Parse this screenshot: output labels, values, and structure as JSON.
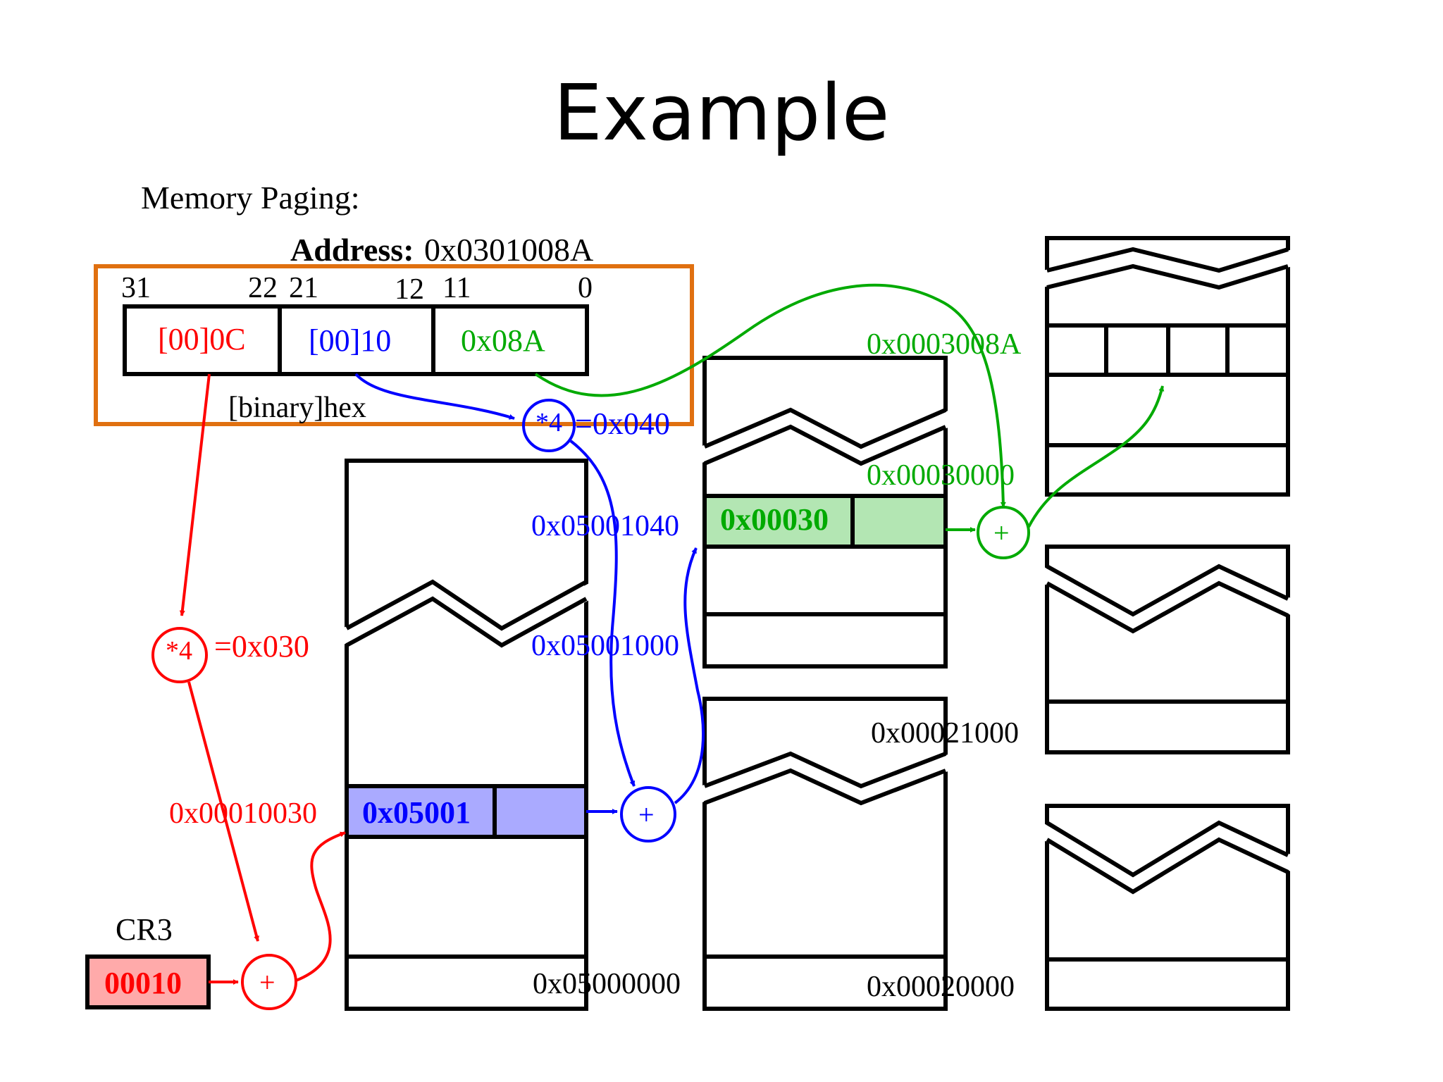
{
  "title": "Example",
  "diagram": {
    "heading": "Memory Paging:",
    "address_label": "Address:",
    "address_value": "0x0301008A",
    "bit_labels": [
      "31",
      "22",
      "21",
      "12",
      "11",
      "0"
    ],
    "fields": [
      "[00]0C",
      "[00]10",
      "0x08A"
    ],
    "encoding_note": "[binary]hex",
    "red_multiplier": "*4",
    "red_result": "=0x030",
    "blue_multiplier": "*4",
    "blue_result": "=0x040",
    "plus": "+",
    "cr3_label": "CR3",
    "cr3_value": "00010",
    "page_directory_entry_address": "0x00010030",
    "page_directory_entry_value": "0x05001",
    "page_table_base": "0x05000000",
    "page_table_entry_address": "0x05001040",
    "page_table_start": "0x05001000",
    "page_table_entry_value": "0x00030",
    "physical_address": "0x0003008A",
    "page_frame_base": "0x00030000",
    "other_frame_1": "0x00021000",
    "other_frame_2": "0x00020000"
  },
  "colors": {
    "red": "#ff0000",
    "blue": "#0000ff",
    "green": "#00aa00",
    "orange": "#e07010",
    "red_fill": "#ffaaaa",
    "blue_fill": "#aaaaff",
    "green_fill": "#b3e6b3"
  }
}
